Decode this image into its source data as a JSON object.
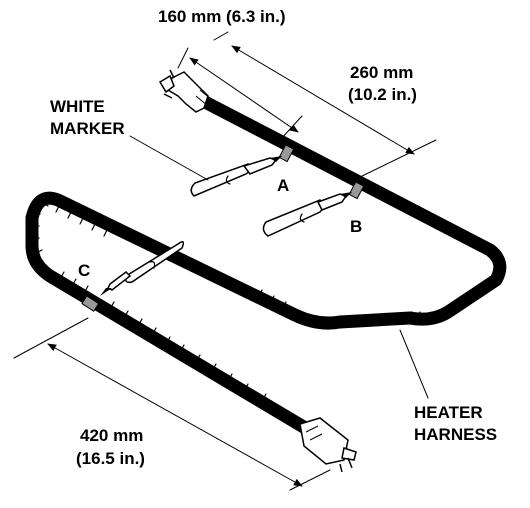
{
  "dimensions": {
    "top_short": "160 mm (6.3 in.)",
    "top_long_line1": "260 mm",
    "top_long_line2": "(10.2 in.)",
    "bottom_line1": "420 mm",
    "bottom_line2": "(16.5 in.)"
  },
  "labels": {
    "white_marker_line1": "WHITE",
    "white_marker_line2": "MARKER",
    "heater_harness_line1": "HEATER",
    "heater_harness_line2": "HARNESS"
  },
  "markers": {
    "a": "A",
    "b": "B",
    "c": "C"
  }
}
